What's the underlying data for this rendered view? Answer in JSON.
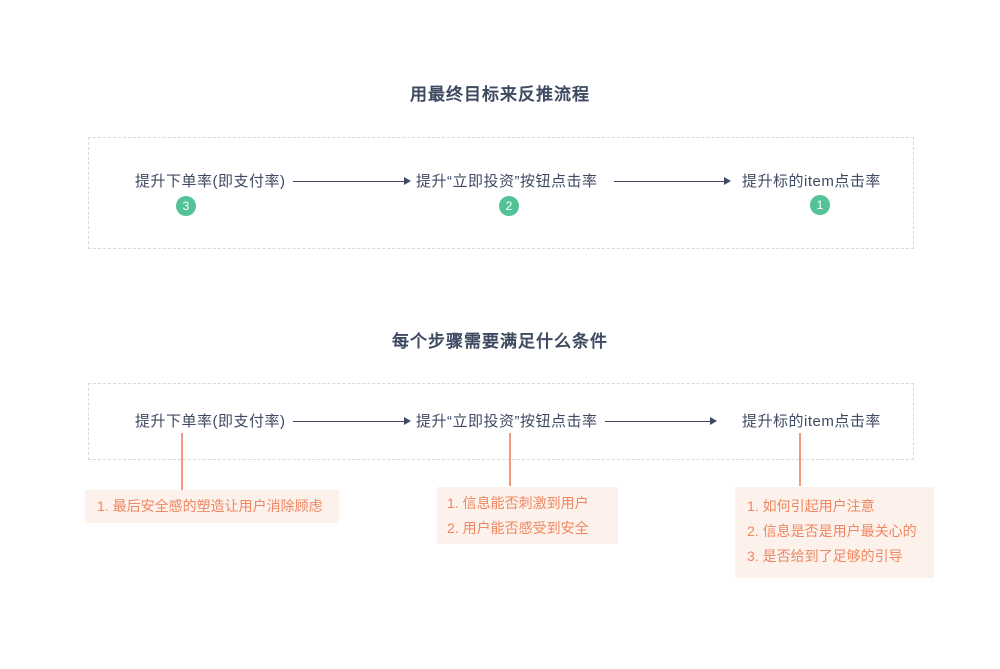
{
  "colors": {
    "text_dark": "#3e4a62",
    "badge_green": "#53c296",
    "note_text_orange": "#ef8760",
    "connector_orange": "#f0997d",
    "note_background": "#fdf1ec",
    "box_border": "#d9d9d9"
  },
  "section1": {
    "title": "用最终目标来反推流程",
    "steps": [
      {
        "label": "提升下单率(即支付率)",
        "badge": "3"
      },
      {
        "label": "提升“立即投资”按钮点击率",
        "badge": "2"
      },
      {
        "label": "提升标的item点击率",
        "badge": "1"
      }
    ]
  },
  "section2": {
    "title": "每个步骤需要满足什么条件",
    "steps": [
      {
        "label": "提升下单率(即支付率)",
        "notes": [
          "1. 最后安全感的塑造让用户消除顾虑"
        ]
      },
      {
        "label": "提升“立即投资”按钮点击率",
        "notes": [
          "1. 信息能否刺激到用户",
          "2. 用户能否感受到安全"
        ]
      },
      {
        "label": "提升标的item点击率",
        "notes": [
          "1. 如何引起用户注意",
          "2. 信息是否是用户最关心的",
          "3. 是否给到了足够的引导"
        ]
      }
    ]
  }
}
